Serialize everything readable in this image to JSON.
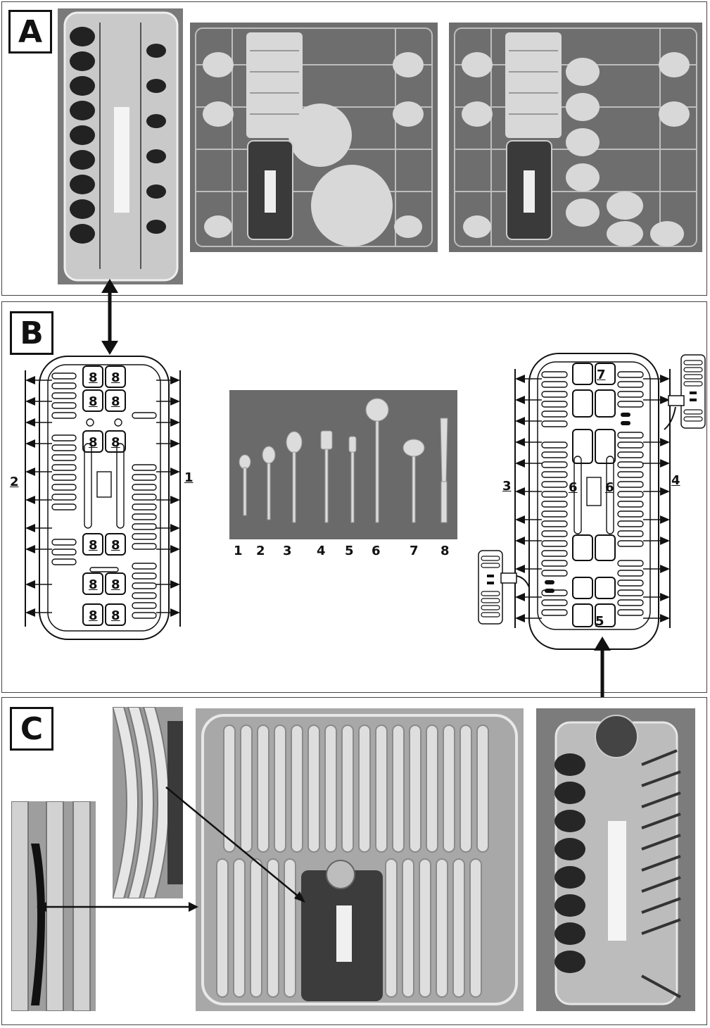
{
  "sections": {
    "a": {
      "label": "A"
    },
    "b": {
      "label": "B"
    },
    "c": {
      "label": "C"
    }
  },
  "basket_left": {
    "side_left_label": "2",
    "side_right_label": "1",
    "slot_label": "8"
  },
  "basket_right": {
    "side_left_label": "3",
    "side_right_label": "4",
    "top_slot_label": "7",
    "bottom_slot_label": "5",
    "center_left_label": "6",
    "center_right_label": "6"
  },
  "cutlery_numbers": [
    "1",
    "2",
    "3",
    "4",
    "5",
    "6",
    "7",
    "8"
  ],
  "icons": {
    "arrow": "double-headed-arrow",
    "insert": "cutlery-grid-insert"
  }
}
